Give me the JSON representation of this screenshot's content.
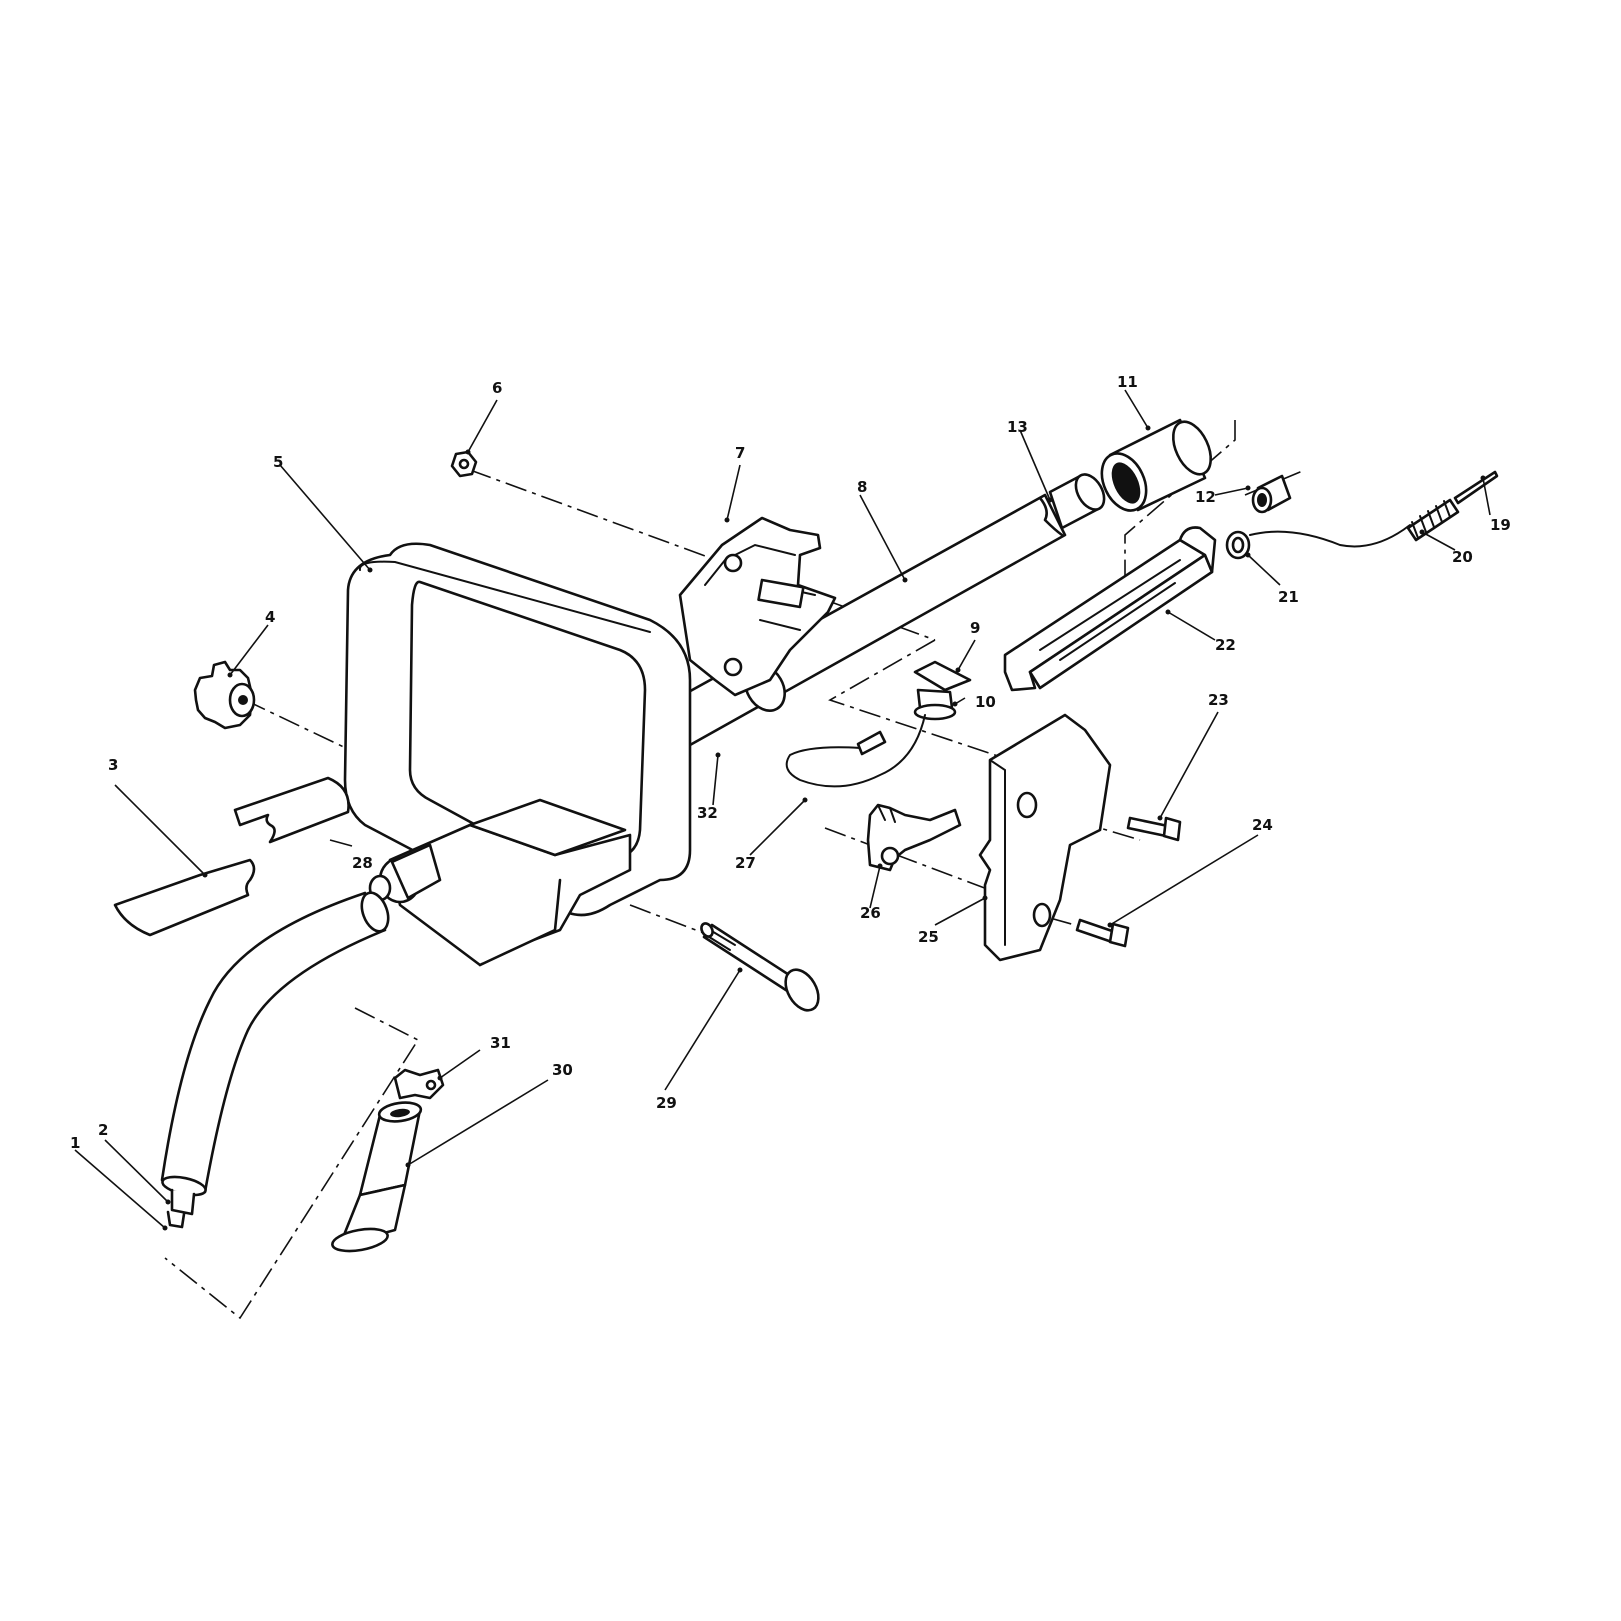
{
  "callouts": {
    "p1": "1",
    "p2": "2",
    "p3": "3",
    "p4": "4",
    "p5": "5",
    "p6": "6",
    "p7": "7",
    "p8": "8",
    "p9": "9",
    "p10": "10",
    "p11": "11",
    "p12": "12",
    "p13": "13",
    "p19": "19",
    "p20": "20",
    "p21": "21",
    "p22": "22",
    "p23": "23",
    "p24": "24",
    "p25": "25",
    "p26": "26",
    "p27": "27",
    "p28": "28",
    "p29": "29",
    "p30": "30",
    "p31": "31",
    "p32": "32"
  },
  "colors": {
    "line": "#111111",
    "background": "#ffffff"
  }
}
